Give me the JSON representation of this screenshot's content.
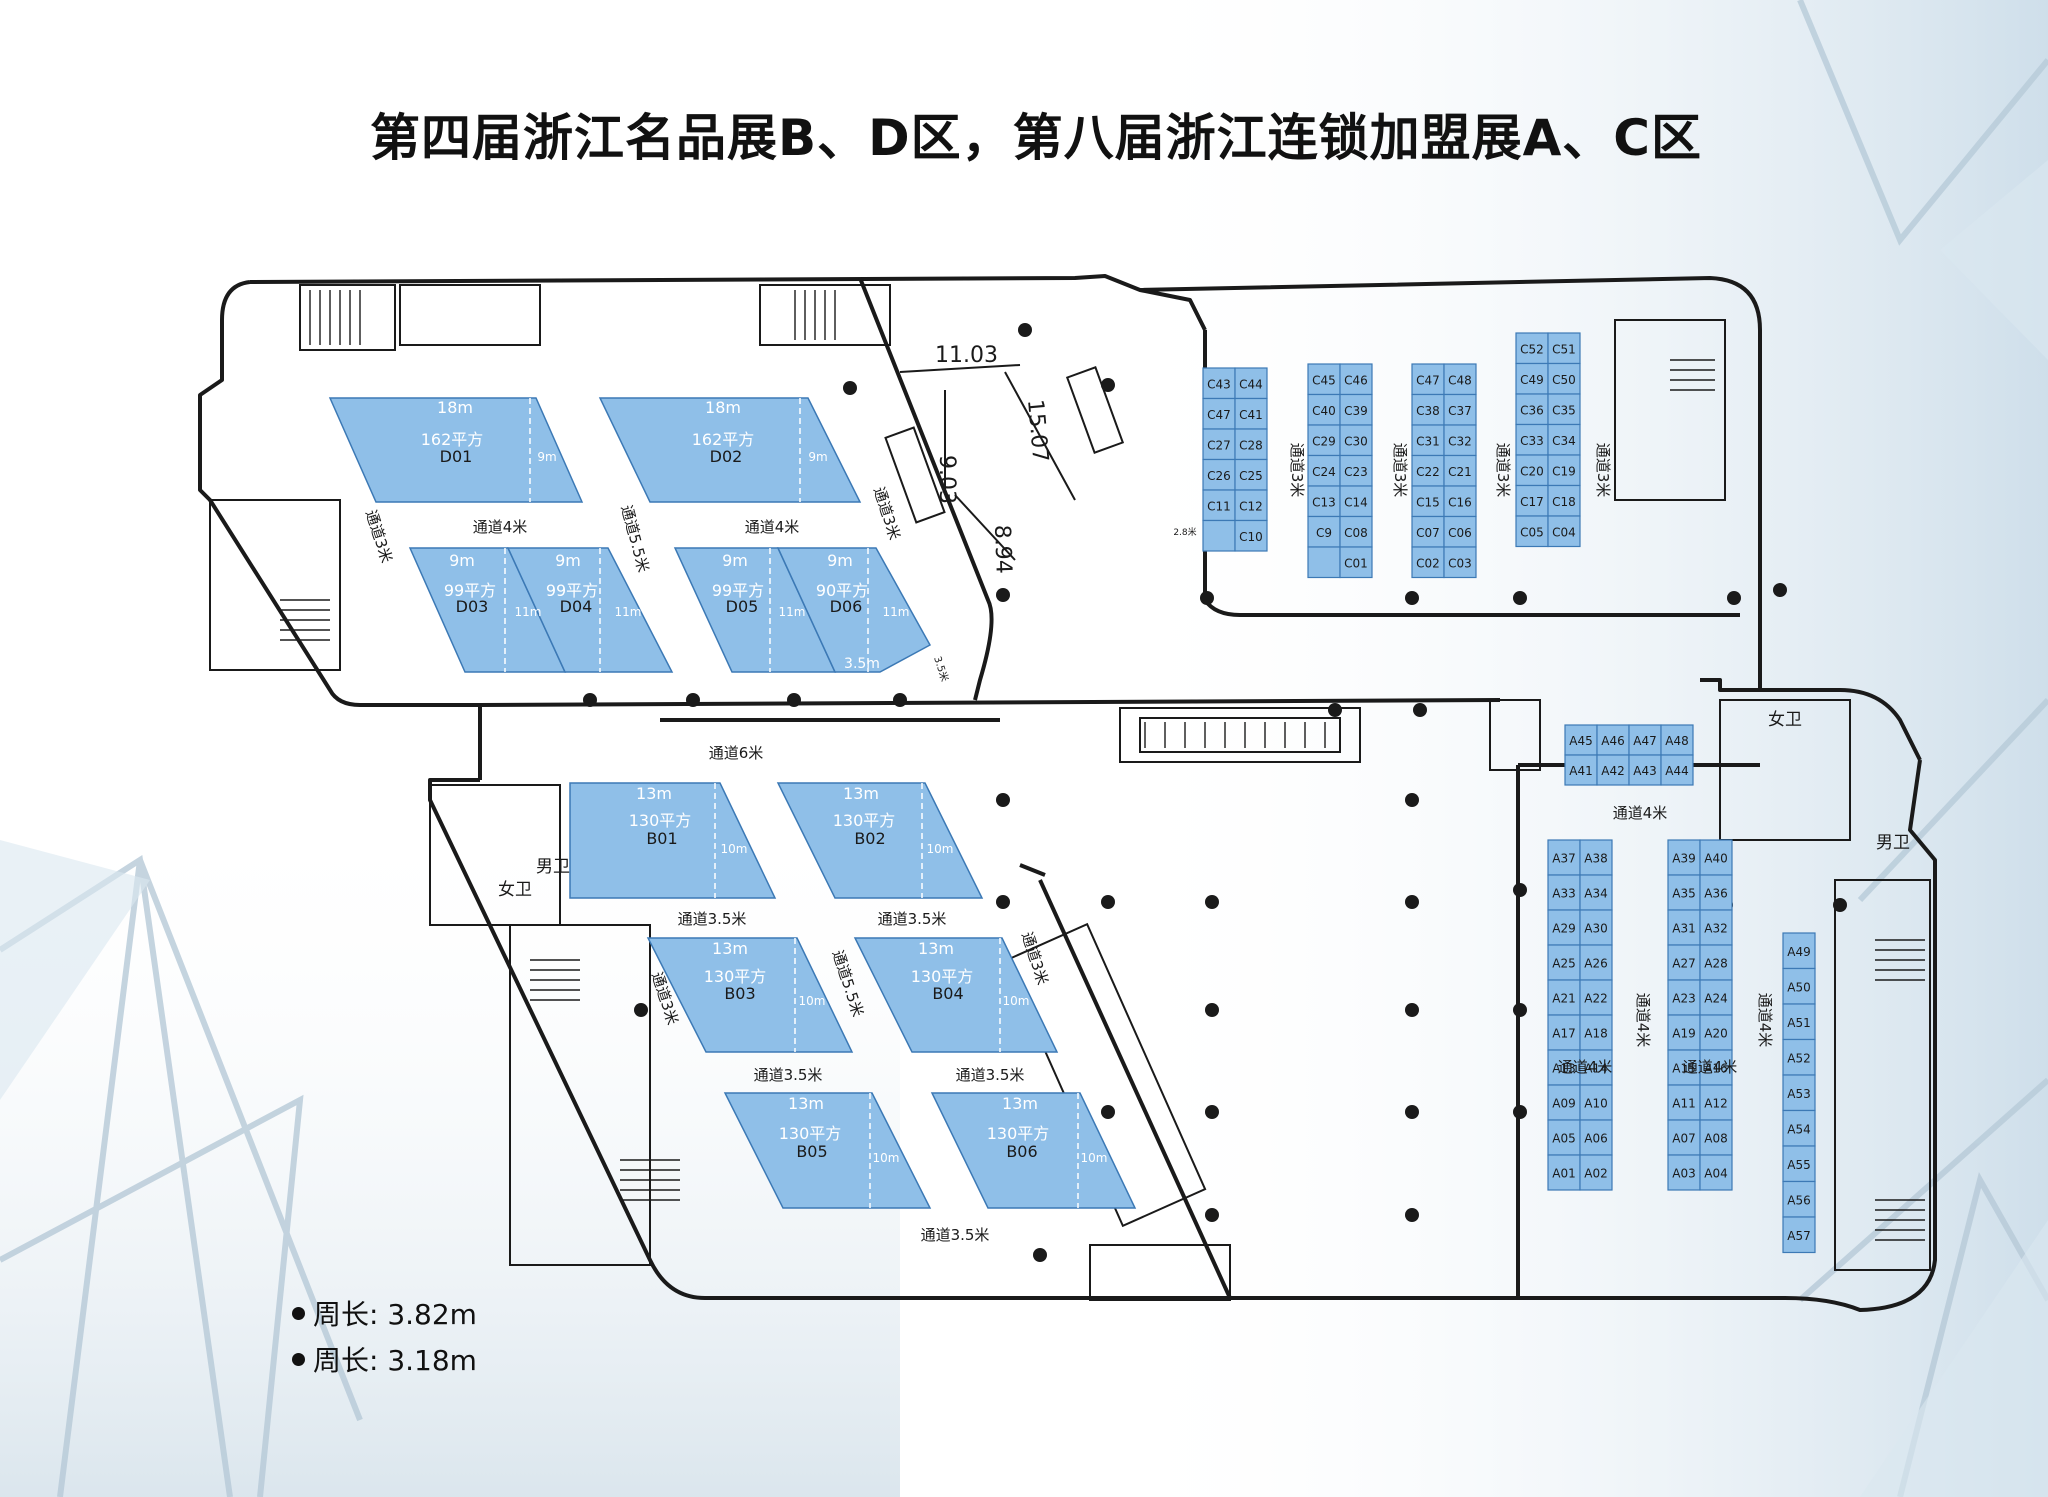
{
  "title": "第四届浙江名品展B、D区，第八届浙江连锁加盟展A、C区",
  "colors": {
    "booth": "#8fbfe8",
    "booth_stroke": "#3c79b5",
    "wall": "#1a1a1a",
    "bg_accent": "#d3e3ef"
  },
  "zones": {
    "D": [
      {
        "id": "D01",
        "area": "162平方",
        "width": "18m",
        "depth": "9m"
      },
      {
        "id": "D02",
        "area": "162平方",
        "width": "18m",
        "depth": "9m"
      },
      {
        "id": "D03",
        "area": "99平方",
        "width": "9m",
        "depth": "11m"
      },
      {
        "id": "D04",
        "area": "99平方",
        "width": "9m",
        "depth": "11m"
      },
      {
        "id": "D05",
        "area": "99平方",
        "width": "9m",
        "depth": "11m"
      },
      {
        "id": "D06",
        "area": "90平方",
        "width": "9m",
        "depth": "11m"
      }
    ],
    "B": [
      {
        "id": "B01",
        "area": "130平方",
        "width": "13m",
        "depth": "10m"
      },
      {
        "id": "B02",
        "area": "130平方",
        "width": "13m",
        "depth": "10m"
      },
      {
        "id": "B03",
        "area": "130平方",
        "width": "13m",
        "depth": "10m"
      },
      {
        "id": "B04",
        "area": "130平方",
        "width": "13m",
        "depth": "10m"
      },
      {
        "id": "B05",
        "area": "130平方",
        "width": "13m",
        "depth": "10m"
      },
      {
        "id": "B06",
        "area": "130平方",
        "width": "13m",
        "depth": "10m"
      }
    ],
    "C_columns": [
      [
        "C43",
        "C44",
        "C47",
        "C41",
        "C27",
        "C28",
        "C26",
        "C25",
        "C11",
        "C12",
        "",
        "C10"
      ],
      [
        "C45",
        "C46",
        "C40",
        "C39",
        "C29",
        "C30",
        "C24",
        "C23",
        "C13",
        "C14",
        "C9",
        "C08",
        "",
        "C01"
      ],
      [
        "C47",
        "C48",
        "C38",
        "C37",
        "C31",
        "C32",
        "C22",
        "C21",
        "C15",
        "C16",
        "C07",
        "C06",
        "C02",
        "C03"
      ],
      [
        "C52",
        "C51",
        "C49",
        "C50",
        "C36",
        "C35",
        "C33",
        "C34",
        "C20",
        "C19",
        "C17",
        "C18",
        "C05",
        "C04"
      ]
    ],
    "A_top": [
      "A45",
      "A46",
      "A47",
      "A48",
      "A41",
      "A42",
      "A43",
      "A44"
    ],
    "A_col1": [
      "A37",
      "A38",
      "A33",
      "A34",
      "A29",
      "A30",
      "A25",
      "A26",
      "A21",
      "A22",
      "A17",
      "A18",
      "A13",
      "A14",
      "A09",
      "A10",
      "A05",
      "A06",
      "A01",
      "A02"
    ],
    "A_col2": [
      "A39",
      "A40",
      "A35",
      "A36",
      "A31",
      "A32",
      "A27",
      "A28",
      "A23",
      "A24",
      "A19",
      "A20",
      "A15",
      "A16",
      "A11",
      "A12",
      "A07",
      "A08",
      "A03",
      "A04"
    ],
    "A_col3": [
      "A49",
      "A50",
      "A51",
      "A52",
      "A53",
      "A54",
      "A55",
      "A56",
      "A57"
    ]
  },
  "aisles": {
    "d_4m_left": "通道4米",
    "d_4m_right": "通道4米",
    "d_5_5": "通道5.5米",
    "d_left_3m": "通道3米",
    "d_right_3m": "通道3米",
    "d_3_5": "3.5m",
    "d_3_5_small": "3.5米",
    "main_6m": "通道6米",
    "b_3_5_a": "通道3.5米",
    "b_3_5_b": "通道3.5米",
    "b_3_5_c": "通道3.5米",
    "b_3_5_d": "通道3.5米",
    "b_3_5_e": "通道3.5米",
    "b_5_5": "通道5.5米",
    "b_left_3m": "通道3米",
    "b_right_3m": "通道3米",
    "c_3m_1": "通道3米",
    "c_3m_2": "通道3米",
    "c_3m_3": "通道3米",
    "c_3m_4": "通道3米",
    "c_2_8": "2.8米",
    "a_4m_top": "通道4米",
    "a_4m_left": "通道4米",
    "a_4m_right": "通道4米",
    "a_4m_v1": "通道4米",
    "a_4m_v2": "通道4米"
  },
  "dims": {
    "d1": "11.03",
    "d2": "9.03",
    "d3": "15.07",
    "d4": "8.94"
  },
  "facilities": {
    "womens_1": "女卫",
    "mens_1": "男卫",
    "womens_2": "女卫",
    "mens_2": "男卫"
  },
  "legend": [
    {
      "label": "周长: 3.82m"
    },
    {
      "label": "周长: 3.18m"
    }
  ]
}
